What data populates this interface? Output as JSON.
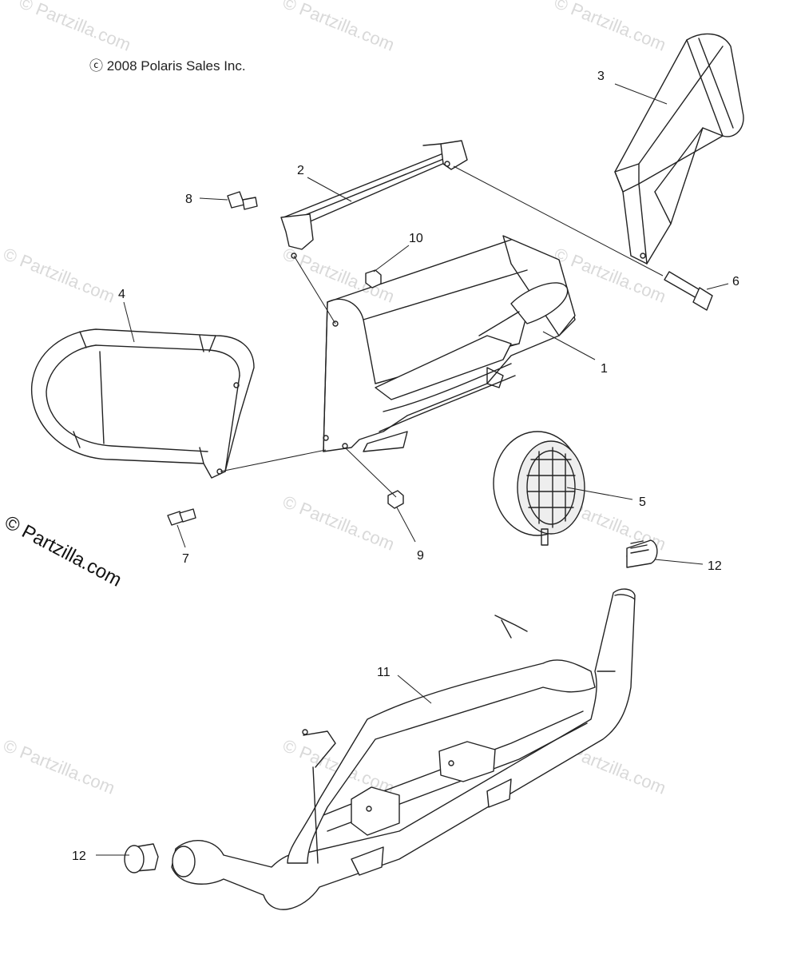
{
  "copyright": "ⓒ 2008 Polaris Sales Inc.",
  "brand_mark": "© Partzilla.com",
  "watermark_text": "© Partzilla.com",
  "callouts": {
    "c1": "1",
    "c2": "2",
    "c3": "3",
    "c4": "4",
    "c5": "5",
    "c6": "6",
    "c7": "7",
    "c8": "8",
    "c9": "9",
    "c10": "10",
    "c11": "11",
    "c12a": "12",
    "c12b": "12"
  },
  "colors": {
    "line": "#222222",
    "watermark": "#d9d9d9",
    "background": "#ffffff"
  }
}
